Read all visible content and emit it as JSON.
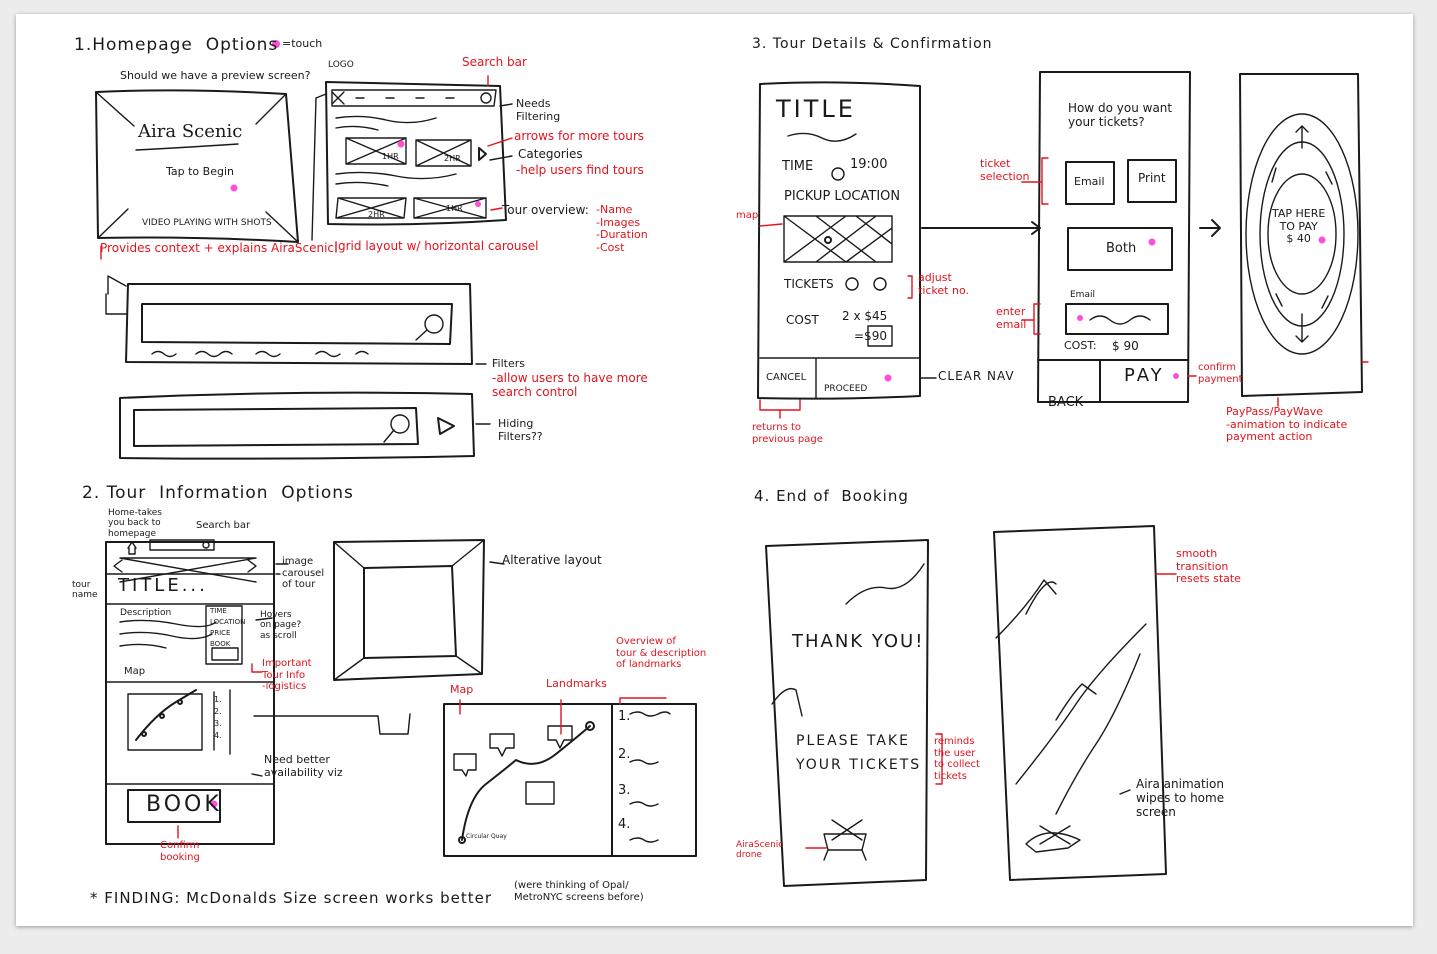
{
  "s1": {
    "heading": "1.Homepage  Options",
    "legend": "=touch",
    "preview_question": "Should we have a preview screen?",
    "preview_title": "Aira Scenic",
    "tap": "Tap to Begin",
    "video": "VIDEO PLAYING WITH SHOTS",
    "provides": "Provides context + explains AiraScenic",
    "logo": "LOGO",
    "search_bar": "Search bar",
    "needs_filtering": "Needs\nFiltering",
    "arrows": "arrows for more tours",
    "categories": "Categories",
    "help": "-help users find tours",
    "tour_overview": "Tour overview:",
    "overview_items": "-Name\n-Images\n-Duration\n-Cost",
    "grid": "grid layout w/ horizontal carousel",
    "t1": "1HR",
    "t2": "2HR",
    "t3": "2HR",
    "t4": "1HR",
    "filters": "Filters",
    "allow": "-allow users to have more\nsearch control",
    "hiding": "Hiding\nFilters??"
  },
  "s2": {
    "heading": "2. Tour  Information  Options",
    "home": "Home-takes\nyou back to\nhomepage",
    "search_bar": "Search bar",
    "image_carousel": "image\ncarousel\nof tour",
    "tour_name": "tour\nname",
    "title": "TITLE...",
    "description": "Description",
    "info": "TIME\nLOCATION\nPRICE\nBOOK",
    "hovers": "Hovers\non page?\nas scroll",
    "important": "Important\nTour Info\n-logistics",
    "map": "Map",
    "list": "1.\n2.\n3.\n4.",
    "need_better": "Need better\navailability viz",
    "book": "BOOK",
    "confirm": "Confirm\nbooking",
    "alt_layout": "Alterative layout",
    "map_label": "Map",
    "landmarks": "Landmarks",
    "overview": "Overview of\ntour & description\nof landmarks",
    "circular_quay": "Circular Quay",
    "l1": "1.",
    "l2": "2.",
    "l3": "3.",
    "l4": "4.",
    "finding": "* FINDING: McDonalds Size screen works better",
    "finding_note": "(were thinking of Opal/\nMetroNYC screens before)"
  },
  "s3": {
    "heading": "3. Tour Details & Confirmation",
    "title": "TITLE",
    "time": "TIME",
    "time_value": "19:00",
    "pickup": "PICKUP LOCATION",
    "map": "map",
    "tickets": "TICKETS",
    "adjust": "adjust\nticket no.",
    "cost": "COST",
    "cost_calc": "2 x $45",
    "cost_total": "=$90",
    "cancel": "CANCEL",
    "proceed": "PROCEED",
    "clear_nav": "CLEAR NAV",
    "returns": "returns to\nprevious page",
    "how": "How do you want\nyour tickets?",
    "ticket_sel": "ticket\nselection",
    "email": "Email",
    "print": "Print",
    "both": "Both",
    "email_small": "Email",
    "enter_email": "enter\nemail",
    "cost2": "COST:",
    "cost2_value": "$ 90",
    "back": "BACK",
    "pay": "PAY",
    "confirm_payment": "confirm\npayment",
    "tap_pay": "TAP HERE\nTO PAY\n$ 40",
    "paypass": "PayPass/PayWave\n-animation to indicate\npayment action"
  },
  "s4": {
    "heading": "4. End of  Booking",
    "thank": "THANK YOU!",
    "please": "PLEASE TAKE\nYOUR TICKETS",
    "reminds": "reminds\nthe user\nto collect\ntickets",
    "drone": "AiraScenic\ndrone",
    "smooth": "smooth\ntransition\nresets state",
    "aira_anim": "Aira animation\nwipes to home\nscreen"
  }
}
